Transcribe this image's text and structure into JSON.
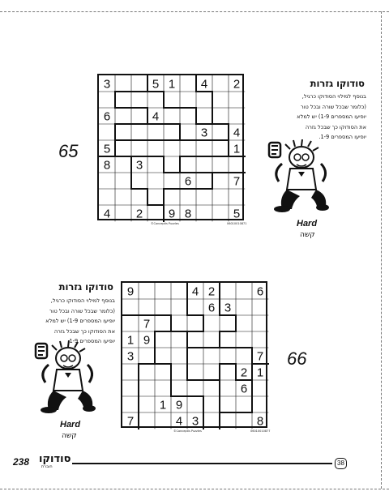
{
  "puzzles": [
    {
      "number": "65",
      "title": "סודוקו גזרות",
      "instructions": [
        "בנוסף למילוי הסודוקו כרגיל,",
        "(כלומר שבכל שורה ובכל טור",
        "יופיעו המספרים 1-9) יש למלא",
        "את הסודוקו כך שבכל גזרה",
        "יופיעו המספרים 1-9."
      ],
      "level_en": "Hard",
      "level_he": "קשה",
      "credit_left": "©Conceptis Puzzles",
      "credit_right": "06010010871",
      "givens": [
        [
          3,
          0,
          0,
          5,
          1,
          0,
          4,
          0,
          2
        ],
        [
          0,
          0,
          0,
          0,
          0,
          0,
          0,
          0,
          0
        ],
        [
          6,
          0,
          0,
          4,
          0,
          0,
          0,
          0,
          0
        ],
        [
          0,
          0,
          0,
          0,
          0,
          0,
          3,
          0,
          4
        ],
        [
          5,
          0,
          0,
          0,
          0,
          0,
          0,
          0,
          1
        ],
        [
          8,
          0,
          3,
          0,
          0,
          0,
          0,
          0,
          0
        ],
        [
          0,
          0,
          0,
          0,
          0,
          6,
          0,
          0,
          7
        ],
        [
          0,
          0,
          0,
          0,
          0,
          0,
          0,
          0,
          0
        ],
        [
          4,
          0,
          2,
          0,
          9,
          8,
          0,
          0,
          5
        ]
      ],
      "regions": [
        [
          1,
          1,
          1,
          2,
          2,
          2,
          3,
          3,
          3
        ],
        [
          1,
          4,
          4,
          4,
          2,
          2,
          2,
          3,
          3
        ],
        [
          1,
          1,
          1,
          4,
          4,
          4,
          2,
          3,
          3
        ],
        [
          1,
          5,
          5,
          5,
          5,
          4,
          4,
          4,
          3
        ],
        [
          1,
          6,
          6,
          6,
          6,
          6,
          6,
          6,
          3
        ],
        [
          7,
          7,
          8,
          8,
          6,
          5,
          5,
          5,
          5
        ],
        [
          7,
          7,
          8,
          8,
          8,
          8,
          8,
          9,
          9
        ],
        [
          7,
          7,
          7,
          8,
          9,
          9,
          9,
          9,
          9
        ],
        [
          7,
          7,
          7,
          7,
          9,
          9,
          9,
          9,
          9
        ]
      ]
    },
    {
      "number": "66",
      "title": "סודוקו גזרות",
      "instructions": [
        "בנוסף למילוי הסודוקו כרגיל,",
        "(כלומר שבכל שורה ובכל טור",
        "יופיעו המספרים 1-9) יש למלא",
        "את הסודוקו כך שבכל גזרה",
        "יופיעו המספרים 1-9."
      ],
      "level_en": "Hard",
      "level_he": "קשה",
      "credit_left": "©Conceptis Puzzles",
      "credit_right": "06010010877",
      "givens": [
        [
          9,
          0,
          0,
          0,
          4,
          2,
          0,
          0,
          6
        ],
        [
          0,
          0,
          0,
          0,
          0,
          6,
          3,
          0,
          0
        ],
        [
          0,
          7,
          0,
          0,
          0,
          0,
          0,
          0,
          0
        ],
        [
          1,
          9,
          0,
          0,
          0,
          0,
          0,
          0,
          0
        ],
        [
          3,
          0,
          0,
          0,
          0,
          0,
          0,
          0,
          7
        ],
        [
          0,
          0,
          0,
          0,
          0,
          0,
          0,
          2,
          1
        ],
        [
          0,
          0,
          0,
          0,
          0,
          0,
          0,
          6,
          0
        ],
        [
          0,
          0,
          1,
          9,
          0,
          0,
          0,
          0,
          0
        ],
        [
          7,
          0,
          0,
          4,
          3,
          0,
          0,
          0,
          8
        ]
      ],
      "regions": [
        [
          1,
          1,
          1,
          1,
          2,
          2,
          3,
          3,
          3
        ],
        [
          1,
          1,
          1,
          1,
          2,
          2,
          3,
          3,
          3
        ],
        [
          4,
          4,
          4,
          1,
          1,
          2,
          2,
          3,
          3
        ],
        [
          4,
          4,
          5,
          5,
          2,
          2,
          3,
          3,
          3
        ],
        [
          4,
          4,
          5,
          5,
          6,
          6,
          6,
          6,
          3
        ],
        [
          4,
          7,
          7,
          5,
          6,
          6,
          8,
          6,
          9
        ],
        [
          4,
          7,
          7,
          5,
          5,
          5,
          8,
          8,
          9
        ],
        [
          4,
          7,
          7,
          7,
          7,
          5,
          8,
          8,
          9
        ],
        [
          4,
          7,
          7,
          7,
          7,
          5,
          9,
          9,
          9
        ]
      ]
    }
  ],
  "footer": {
    "page_left": "238",
    "brand": "סודוקו",
    "brand_sub": "חוברת",
    "page_right": "38"
  }
}
